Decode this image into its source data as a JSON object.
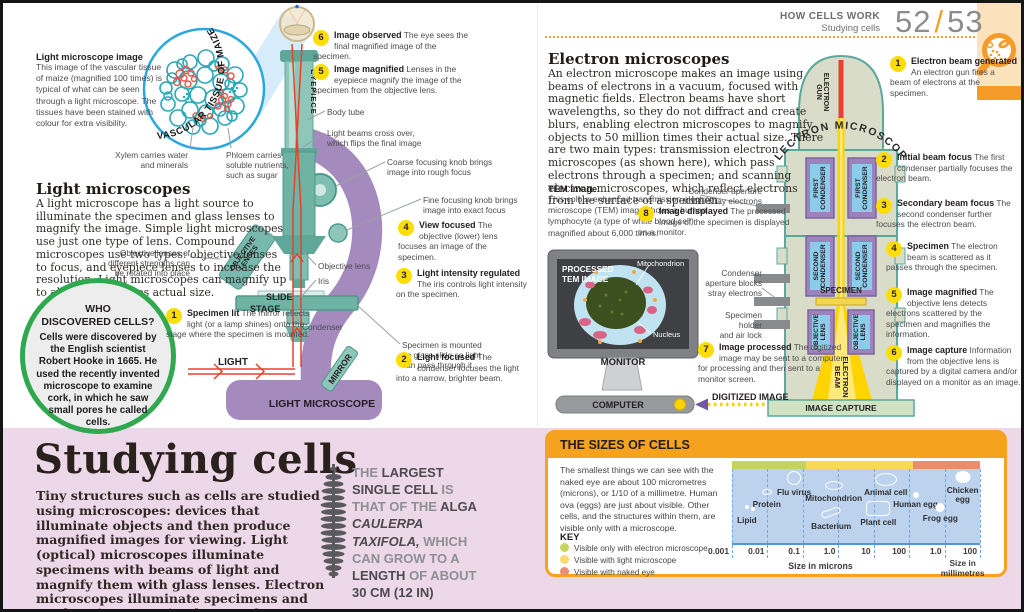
{
  "header": {
    "section": "HOW CELLS WORK",
    "subsection": "Studying cells",
    "page_left": "52",
    "slash": "/",
    "page_right": "53",
    "corner_icon": "magnifier-cell-icon"
  },
  "left_page": {
    "photo_caption": {
      "title": "Light microscope image",
      "body": "This image of the vascular tissue of maize (magnified 100 times) is typical of what can be seen through a light microscope. The tissues have been stained with colour for extra visibility."
    },
    "maize_label": "VASCULAR TISSUE OF MAIZE",
    "xylem": "Xylem carries water\nand minerals",
    "phloem": "Phloem carries\nsoluble nutrients,\nsuch as sugar",
    "section": {
      "heading": "Light microscopes",
      "body": "A light microscope has a light source to illuminate the specimen and glass lenses to magnify the image. Simple light microscopes use just one type of lens. Compound microscopes use two types: objective lenses to focus, and eyepiece lenses to increase the resolution. Light microscopes can magnify up to about 2,000 times actual size."
    },
    "who": {
      "title": "WHO\nDISCOVERED CELLS?",
      "body": "Cells were discovered by the English scientist Robert Hooke in 1665. He used the recently invented microscope to examine cork, in which he saw small pores he called cells."
    },
    "labels": {
      "eyepiece": "EYEPIECE",
      "body_tube": "Body tube",
      "cross_over": "Light beams cross over,\nwhich flips the final image",
      "coarse": "Coarse focusing knob brings\nimage into rough focus",
      "fine": "Fine focusing knob brings\nimage into exact focus",
      "objective_lenses": "OBJECTIVE\nLENSES",
      "objective_lens": "Objective lens",
      "iris": "Iris",
      "slide": "SLIDE",
      "stage": "STAGE",
      "condenser": "Condenser",
      "rotate_note": "Objective lenses of\ndifferent strengths can\nbe rotated into place",
      "specimen_note": "Specimen is mounted\non glass slide so light\ncan pass through it",
      "mirror": "MIRROR",
      "light": "LIGHT",
      "caption": "LIGHT MICROSCOPE"
    },
    "steps": [
      {
        "n": "1",
        "title": "Specimen lit",
        "body": "The mirror reflects light (or a lamp shines) onto the stage where the specimen is mounted."
      },
      {
        "n": "2",
        "title": "Light focused",
        "body": "The condenser focuses the light into a narrow, brighter beam."
      },
      {
        "n": "3",
        "title": "Light intensity regulated",
        "body": "The iris controls light intensity on the specimen."
      },
      {
        "n": "4",
        "title": "View focused",
        "body": "The objective (lower) lens focuses an image of the specimen."
      },
      {
        "n": "5",
        "title": "Image magnified",
        "body": "Lenses in the eyepiece magnify the image of the specimen from the objective lens."
      },
      {
        "n": "6",
        "title": "Image observed",
        "body": "The eye sees the final magnified image of the specimen."
      }
    ]
  },
  "right_page": {
    "section": {
      "heading": "Electron microscopes",
      "body": "An electron microscope makes an image using beams of electrons in a vacuum, focused with magnetic fields. Electron beams have short wavelengths, so they do not diffract and create blurs, enabling electron microscopes to magnify objects to 50 million times their actual size. There are two main types: transmission electron microscopes (as shown here), which pass electrons through a specimen; and scanning electron microscopes, which reflect electrons from the surface of a specimen."
    },
    "tem": {
      "title": "TEM image",
      "body": "This colour-enhanced transmission electron microscope (TEM) image shows a human lymphocyte (a type of white blood cell) magnified about 6,000 times."
    },
    "monitor": {
      "screen_title": "PROCESSED\nTEM IMAGE",
      "mitochondrion": "Mitochondrion",
      "nucleus": "Nucleus",
      "monitor_label": "MONITOR",
      "computer_label": "COMPUTER",
      "digitized_label": "DIGITIZED IMAGE"
    },
    "em_labels": {
      "scope": "ELECTRON MICROSCOPE",
      "gun": "ELECTRON\nGUN",
      "first": "FIRST\nCONDENSER",
      "second": "SECOND\nCONDENSER",
      "specimen": "SPECIMEN",
      "objective": "OBJECTIVE\nLENS",
      "beam": "ELECTRON BEAM",
      "capture": "IMAGE CAPTURE",
      "aperture_top": "Condenser aperture\nblocks stray electrons",
      "aperture_mid": "Condenser\naperture blocks\nstray electrons",
      "holder": "Specimen holder\nand air lock"
    },
    "steps": [
      {
        "n": "1",
        "title": "Electron beam generated",
        "body": "An electron gun fires a beam of electrons at the specimen."
      },
      {
        "n": "2",
        "title": "Initial beam focus",
        "body": "The first condenser partially focuses the electron beam."
      },
      {
        "n": "3",
        "title": "Secondary beam focus",
        "body": "The second condenser further focuses the electron beam."
      },
      {
        "n": "4",
        "title": "Specimen",
        "body": "The electron beam is scattered as it passes through the specimen."
      },
      {
        "n": "5",
        "title": "Image magnified",
        "body": "The objective lens detects electrons scattered by the specimen and magnifies the information."
      },
      {
        "n": "6",
        "title": "Image capture",
        "body": "Information from the objective lens is captured by a digital camera and/or displayed on a monitor as an image."
      }
    ],
    "steps_mid": [
      {
        "n": "7",
        "title": "Image processed",
        "body": "The digitized image may be sent to a computer for processing and then sent to a monitor screen."
      },
      {
        "n": "8",
        "title": "Image displayed",
        "body": "The processed image of the specimen is displayed on a monitor."
      }
    ]
  },
  "bottom": {
    "title": "Studying cells",
    "body": "Tiny structures such as cells are studied using microscopes: devices that illuminate objects and then produce magnified images for viewing. Light (optical) microscopes illuminate specimens with beams of light and magnify them with glass lenses. Electron microscopes illuminate specimens and produce images using beams of electrons.",
    "fact_segments": [
      {
        "text": "THE ",
        "style": "gray"
      },
      {
        "text": "LARGEST SINGLE CELL",
        "style": "dark"
      },
      {
        "text": " IS THAT OF THE ",
        "style": "gray"
      },
      {
        "text": "ALGA ",
        "style": "dark"
      },
      {
        "text": "CAULERPA TAXIFOLA,",
        "style": "dark-italic"
      },
      {
        "text": " WHICH CAN GROW TO A ",
        "style": "gray"
      },
      {
        "text": "LENGTH",
        "style": "dark"
      },
      {
        "text": " OF ABOUT ",
        "style": "gray"
      },
      {
        "text": "30 CM (12 IN)",
        "style": "dark"
      }
    ],
    "sizes": {
      "title": "THE SIZES OF CELLS",
      "body": "The smallest things we can see with the naked eye are about 100 micrometres (microns), or 1/10 of a millimetre. Human ova (eggs) are just about visible. Other cells, and the structures within them, are visible only with a microscope.",
      "key_title": "KEY",
      "key": [
        {
          "color": "#c6d35f",
          "label": "Visible only with electron microscope"
        },
        {
          "color": "#f8dc6c",
          "label": "Visible with light microscope"
        },
        {
          "color": "#ec8f70",
          "label": "Visible with naked eye"
        }
      ],
      "chart_data": {
        "type": "scatter",
        "scale": "log",
        "x_ticks": [
          "0.001",
          "0.01",
          "0.1",
          "1.0",
          "10",
          "100",
          "1.0",
          "100"
        ],
        "axis_label_microns": "Size in microns",
        "axis_label_mm": "Size in\nmillimetres",
        "zones": [
          {
            "name": "visible-only-with-electron-microscope",
            "color": "#c6d35f",
            "from_pct": 0,
            "to_pct": 30
          },
          {
            "name": "visible-with-light-microscope",
            "color": "#f8d954",
            "from_pct": 30,
            "to_pct": 73
          },
          {
            "name": "visible-with-naked-eye",
            "color": "#e88e6a",
            "from_pct": 73,
            "to_pct": 100
          }
        ],
        "items": [
          {
            "label": "Lipid",
            "approx_microns": 0.003,
            "pos_pct": 6
          },
          {
            "label": "Protein",
            "approx_microns": 0.01,
            "pos_pct": 14
          },
          {
            "label": "Flu virus",
            "approx_microns": 0.07,
            "pos_pct": 25
          },
          {
            "label": "Mitochondrion",
            "approx_microns": 0.8,
            "pos_pct": 41
          },
          {
            "label": "Bacterium",
            "approx_microns": 0.7,
            "pos_pct": 40
          },
          {
            "label": "Animal cell",
            "approx_microns": 20,
            "pos_pct": 62
          },
          {
            "label": "Plant cell",
            "approx_microns": 15,
            "pos_pct": 59
          },
          {
            "label": "Human egg",
            "approx_microns": 150,
            "pos_pct": 74
          },
          {
            "label": "Frog egg",
            "approx_microns": 1000,
            "pos_pct": 84
          },
          {
            "label": "Chicken egg",
            "approx_microns": 14000,
            "pos_pct": 93
          }
        ]
      }
    }
  },
  "colors": {
    "accent_orange": "#f5a21f",
    "callout_yellow": "#fcdd09",
    "microscope_teal": "#7fbfb1",
    "microscope_purple": "#a58abe",
    "pink_band": "#ecd8e8",
    "green_ring": "#2fa84f",
    "light_beam_red": "#e8412c",
    "electron_beam_yellow": "#ffd400",
    "chart_blue": "#bdd2ec"
  }
}
